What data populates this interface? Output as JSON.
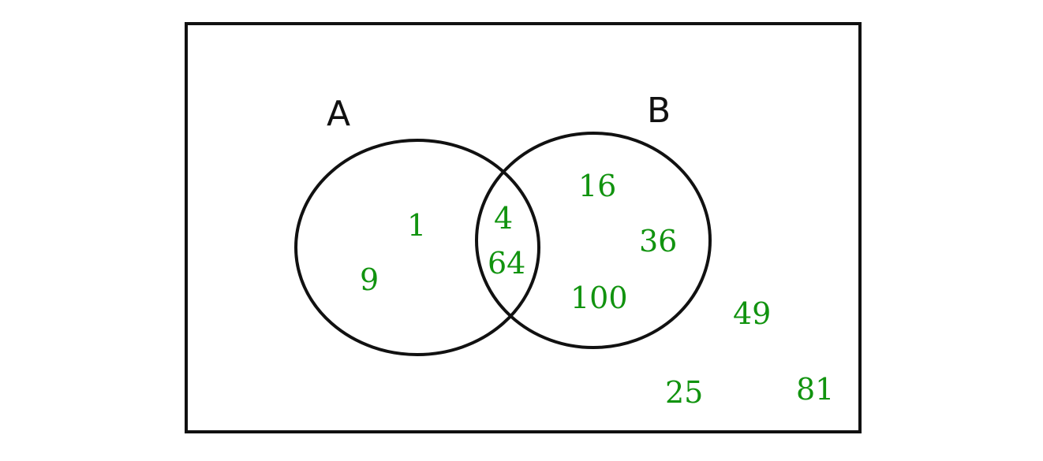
{
  "diagram": {
    "type": "venn",
    "universe": [
      "1",
      "4",
      "9",
      "16",
      "25",
      "36",
      "49",
      "64",
      "81",
      "100"
    ],
    "sets": [
      {
        "name": "A",
        "label": "A",
        "only": [
          "1",
          "9"
        ]
      },
      {
        "name": "B",
        "label": "B",
        "only": [
          "16",
          "36",
          "100"
        ]
      }
    ],
    "intersection": [
      "4",
      "64"
    ],
    "outside": [
      "49",
      "25",
      "81"
    ],
    "colors": {
      "numbers": "#11930f",
      "lines": "#111111",
      "background": "#ffffff"
    }
  },
  "labels": {
    "A": "A",
    "B": "B"
  },
  "numbers": {
    "a_only_1": "1",
    "a_only_2": "9",
    "ab_1": "4",
    "ab_2": "64",
    "b_only_1": "16",
    "b_only_2": "36",
    "b_only_3": "100",
    "out_1": "49",
    "out_2": "25",
    "out_3": "81"
  }
}
